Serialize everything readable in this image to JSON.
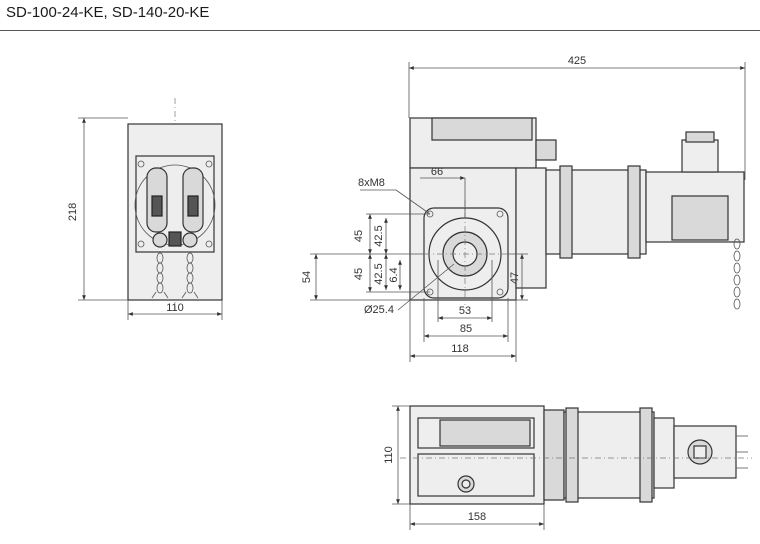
{
  "title": "SD-100-24-KE, SD-140-20-KE",
  "dimensions": {
    "front_height": "218",
    "front_width": "110",
    "side_total_length": "425",
    "bolt_pattern": "8xM8",
    "flange_66": "66",
    "v45_top": "45",
    "v425_top": "42.5",
    "v54": "54",
    "v45_bottom": "45",
    "v425_bottom": "42.5",
    "v64": "6.4",
    "v47": "47",
    "bore_diameter": "Ø25.4",
    "h53": "53",
    "h85": "85",
    "h118": "118",
    "top_height": "110",
    "top_width": "158"
  }
}
